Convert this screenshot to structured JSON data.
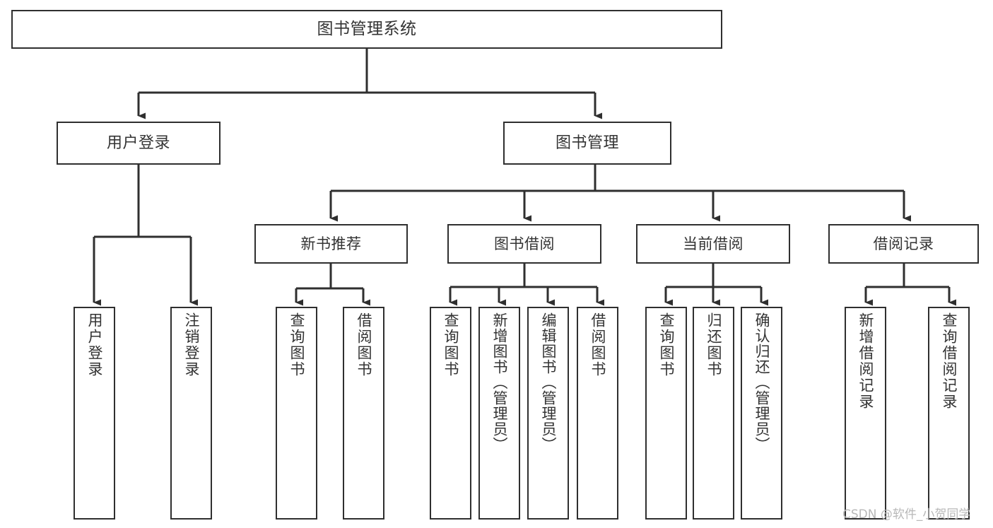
{
  "diagram": {
    "title": "图书管理系统",
    "type": "功能结构图",
    "root": {
      "id": "root",
      "label": "图书管理系统"
    },
    "level2": [
      {
        "id": "user-login",
        "label": "用户登录"
      },
      {
        "id": "book-manage",
        "label": "图书管理"
      }
    ],
    "level3": [
      {
        "id": "new-book-recommend",
        "label": "新书推荐",
        "parent": "book-manage"
      },
      {
        "id": "book-borrow",
        "label": "图书借阅",
        "parent": "book-manage"
      },
      {
        "id": "current-borrow",
        "label": "当前借阅",
        "parent": "book-manage"
      },
      {
        "id": "borrow-record",
        "label": "借阅记录",
        "parent": "book-manage"
      }
    ],
    "leaves": [
      {
        "id": "leaf-user-login",
        "label": "用户登录",
        "parent": "user-login"
      },
      {
        "id": "leaf-logout-login",
        "label": "注销登录",
        "parent": "user-login"
      },
      {
        "id": "leaf-query-book-1",
        "label": "查询图书",
        "parent": "new-book-recommend"
      },
      {
        "id": "leaf-borrow-book-1",
        "label": "借阅图书",
        "parent": "new-book-recommend"
      },
      {
        "id": "leaf-query-book-2",
        "label": "查询图书",
        "parent": "book-borrow"
      },
      {
        "id": "leaf-add-book",
        "label": "新增图书（管理员）",
        "parent": "book-borrow"
      },
      {
        "id": "leaf-edit-book",
        "label": "编辑图书（管理员）",
        "parent": "book-borrow"
      },
      {
        "id": "leaf-borrow-book-2",
        "label": "借阅图书",
        "parent": "book-borrow"
      },
      {
        "id": "leaf-query-book-3",
        "label": "查询图书",
        "parent": "current-borrow"
      },
      {
        "id": "leaf-return-book",
        "label": "归还图书",
        "parent": "current-borrow"
      },
      {
        "id": "leaf-confirm-return",
        "label": "确认归还（管理员）",
        "parent": "current-borrow"
      },
      {
        "id": "leaf-add-record",
        "label": "新增借阅记录",
        "parent": "borrow-record"
      },
      {
        "id": "leaf-query-record",
        "label": "查询借阅记录",
        "parent": "borrow-record"
      }
    ],
    "watermark": "CSDN @软件_小贺同学",
    "colors": {
      "border": "#2f2f2f",
      "text": "#333333",
      "background": "#ffffff",
      "edge": "#2f2f2f",
      "watermark": "#b8b8b8"
    }
  }
}
